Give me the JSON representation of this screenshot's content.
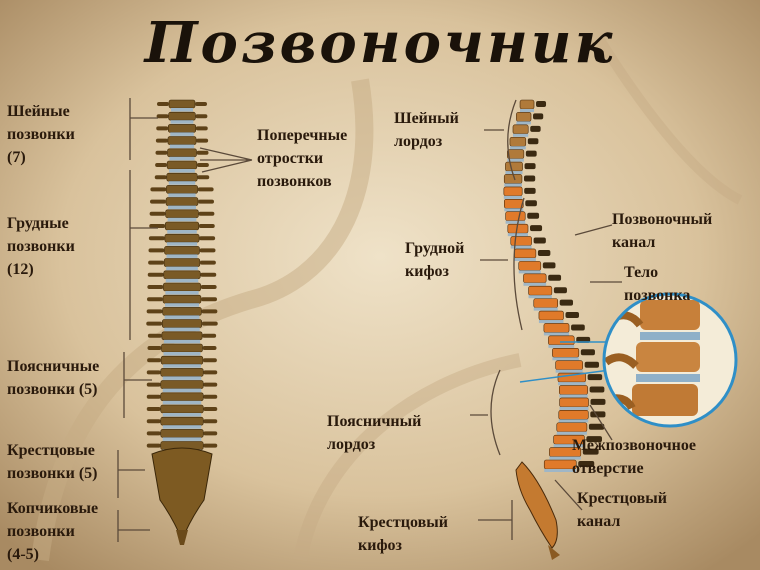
{
  "title": "Позвоночник",
  "labels_left": {
    "cervical": "Шейные\nпозвонки\n(7)",
    "thoracic": "Грудные\nпозвонки\n(12)",
    "lumbar": "Поясничные\nпозвонки (5)",
    "sacral": "Крестцовые\nпозвонки (5)",
    "coccygeal": "Копчиковые\nпозвонки\n(4-5)"
  },
  "label_transverse": "Поперечные\nотростки\nпозвонков",
  "labels_right": {
    "cervical_lordosis": "Шейный\nлордоз",
    "thoracic_kyphosis": "Грудной\nкифоз",
    "lumbar_lordosis": "Поясничный\nлордоз",
    "sacral_kyphosis": "Крестцовый\nкифоз",
    "spinal_canal": "Позвоночный\nканал",
    "vertebral_body": "Тело\nпозвонка",
    "intervertebral_foramen": "Межпозвоночное\nотверстие",
    "sacral_canal": "Крестцовый\nканал"
  },
  "colors": {
    "background": "#d8c3a0",
    "bone": "#7a5a26",
    "disc": "#9fb6c6",
    "vertebra_body": "#e07a2a",
    "lens_border": "#2f8fc7"
  }
}
